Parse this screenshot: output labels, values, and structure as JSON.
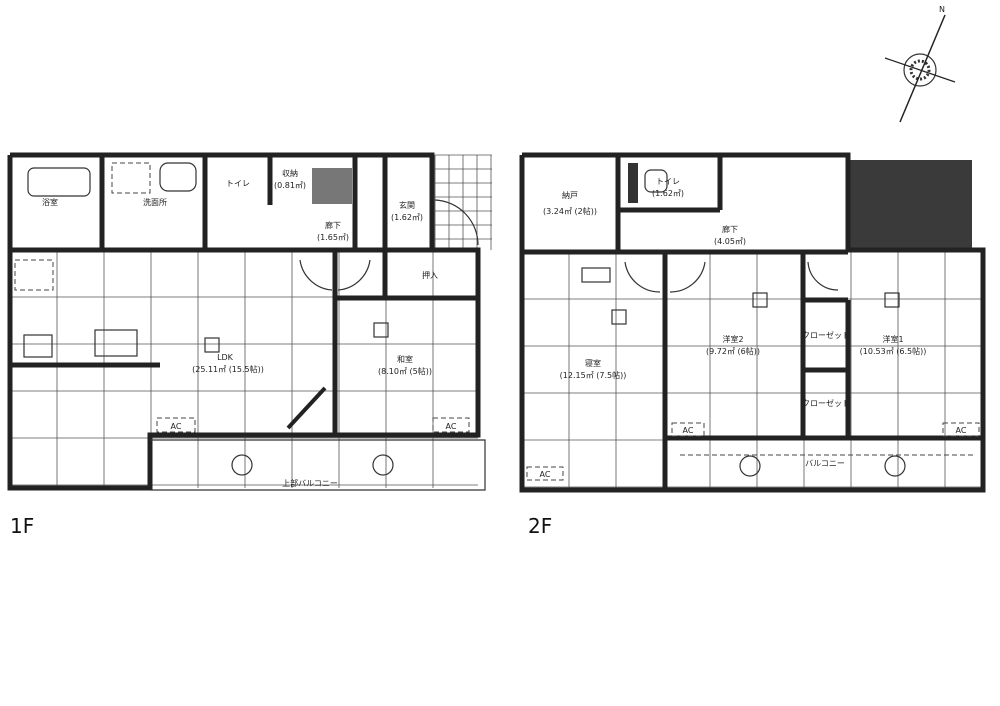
{
  "floor1": {
    "label": "1F",
    "rooms": {
      "bath": "浴室",
      "washroom": "洗面所",
      "toilet": "トイレ",
      "storage": "収納",
      "storage_area": "(0.81㎡)",
      "hall": "廊下",
      "hall_area": "(1.65㎡)",
      "entrance": "玄関",
      "entrance_area": "(1.62㎡)",
      "closet": "押入",
      "ldk": "LDK",
      "ldk_area": "(25.11㎡ (15.5帖))",
      "washitsu": "和室",
      "washitsu_area": "(8.10㎡ (5帖))",
      "ac1": "AC",
      "ac2": "AC",
      "balcony_above": "上部バルコニー"
    }
  },
  "floor2": {
    "label": "2F",
    "rooms": {
      "storeroom": "納戸",
      "storeroom_area": "(3.24㎡ (2帖))",
      "toilet": "トイレ",
      "toilet_area": "(1.62㎡)",
      "hall": "廊下",
      "hall_area": "(4.05㎡)",
      "bedroom": "寝室",
      "bedroom_area": "(12.15㎡ (7.5帖))",
      "western2": "洋室2",
      "western2_area": "(9.72㎡ (6帖))",
      "western1": "洋室1",
      "western1_area": "(10.53㎡ (6.5帖))",
      "closet1": "クローゼット",
      "closet2": "クローゼット",
      "balcony": "バルコニー",
      "ac1": "AC",
      "ac2": "AC",
      "ac3": "AC"
    }
  },
  "compass": {
    "label": "N",
    "icon": "compass-icon"
  }
}
